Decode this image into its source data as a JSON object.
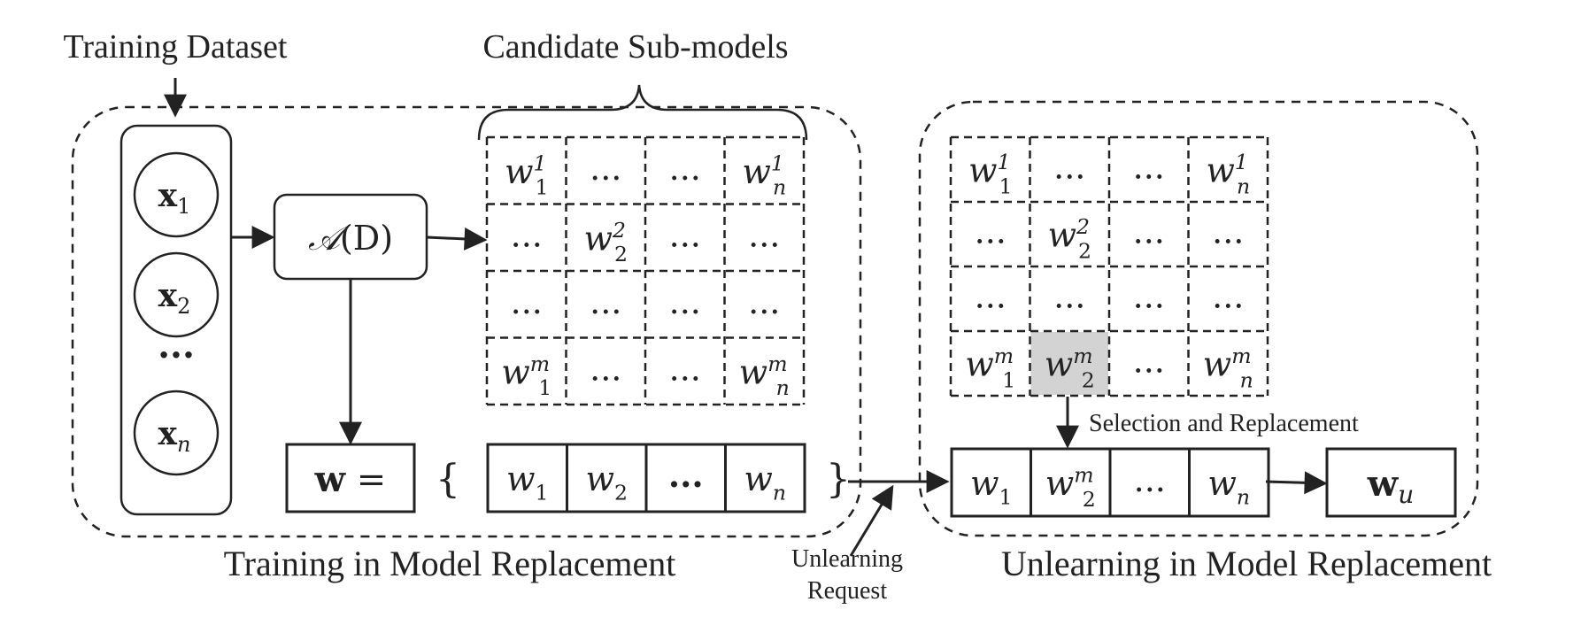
{
  "labels": {
    "training_dataset": "Training Dataset",
    "candidate_submodels": "Candidate Sub-models",
    "training_caption": "Training in Model Replacement",
    "unlearning_caption": "Unlearning in Model Replacement",
    "selection_replacement": "Selection and Replacement",
    "unlearning_request_line1": "Unlearning",
    "unlearning_request_line2": "Request"
  },
  "dataset_items": [
    {
      "base": "x",
      "sub": "1"
    },
    {
      "base": "x",
      "sub": "2"
    },
    {
      "base": "x",
      "sub": "n"
    }
  ],
  "dataset_ellipsis": "···",
  "algorithm": {
    "calA": "𝒜",
    "rest": "(D)"
  },
  "w_box": {
    "bold": "w",
    "eq": " ="
  },
  "brace_open": "{",
  "brace_close": "}",
  "ellipsis": "...",
  "grid_training": [
    [
      {
        "w": "w",
        "sub": "1",
        "sup": "1"
      },
      {
        "t": "..."
      },
      {
        "t": "..."
      },
      {
        "w": "w",
        "sub": "n",
        "sup": "1"
      }
    ],
    [
      {
        "t": "..."
      },
      {
        "w": "w",
        "sub": "2",
        "sup": "2"
      },
      {
        "t": "..."
      },
      {
        "t": "..."
      }
    ],
    [
      {
        "t": "..."
      },
      {
        "t": "..."
      },
      {
        "t": "..."
      },
      {
        "t": "..."
      }
    ],
    [
      {
        "w": "w",
        "sub": "1",
        "sup": "m"
      },
      {
        "t": "..."
      },
      {
        "t": "..."
      },
      {
        "w": "w",
        "sub": "n",
        "sup": "m"
      }
    ]
  ],
  "grid_unlearning": [
    [
      {
        "w": "w",
        "sub": "1",
        "sup": "1"
      },
      {
        "t": "..."
      },
      {
        "t": "..."
      },
      {
        "w": "w",
        "sub": "n",
        "sup": "1"
      }
    ],
    [
      {
        "t": "..."
      },
      {
        "w": "w",
        "sub": "2",
        "sup": "2"
      },
      {
        "t": "..."
      },
      {
        "t": "..."
      }
    ],
    [
      {
        "t": "..."
      },
      {
        "t": "..."
      },
      {
        "t": "..."
      },
      {
        "t": "..."
      }
    ],
    [
      {
        "w": "w",
        "sub": "1",
        "sup": "m"
      },
      {
        "w": "w",
        "sub": "2",
        "sup": "m",
        "highlight": true
      },
      {
        "t": "..."
      },
      {
        "w": "w",
        "sub": "n",
        "sup": "m"
      }
    ]
  ],
  "w_row_training": [
    {
      "w": "w",
      "sub": "1"
    },
    {
      "w": "w",
      "sub": "2"
    },
    {
      "t": "...",
      "bold": true
    },
    {
      "w": "w",
      "sub": "n"
    }
  ],
  "w_row_unlearning": [
    {
      "w": "w",
      "sub": "1"
    },
    {
      "w": "w",
      "sub": "2",
      "sup": "m"
    },
    {
      "t": "..."
    },
    {
      "w": "w",
      "sub": "n"
    }
  ],
  "wu_box": {
    "bold": "w",
    "sub": "u"
  },
  "colors": {
    "stroke": "#222222",
    "highlight": "#d3d3d3"
  }
}
